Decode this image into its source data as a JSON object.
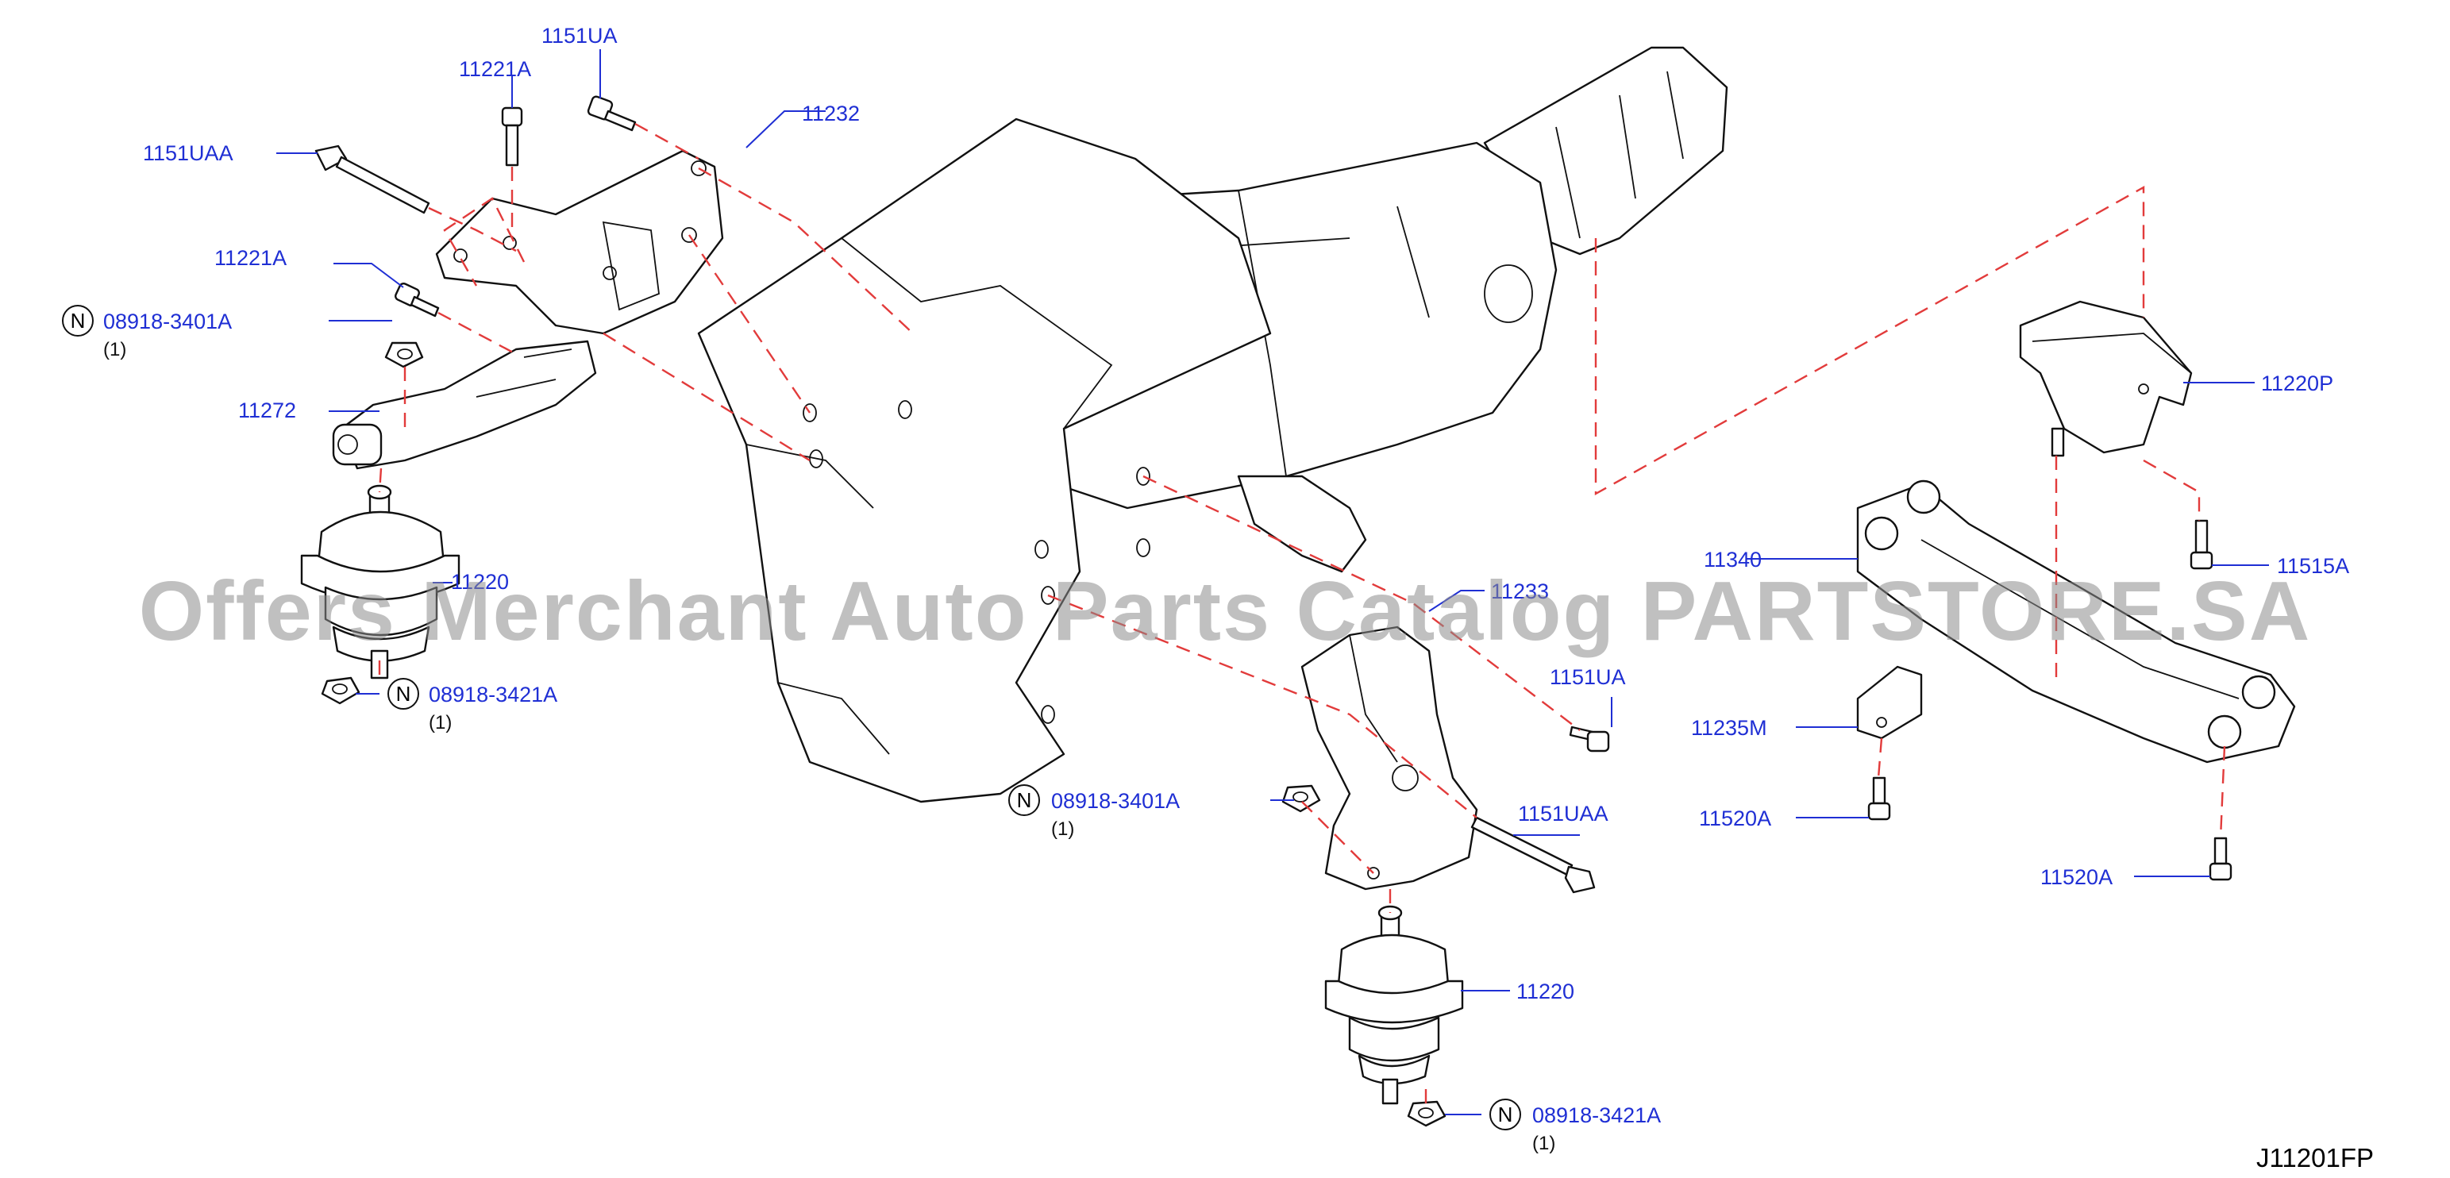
{
  "labels": {
    "l1151ua_top": "1151UA",
    "l11221a_top": "11221A",
    "l1151uaa_left": "1151UAA",
    "l11232": "11232",
    "l11221a_mid": "11221A",
    "l08918_3401a_left": "08918-3401A",
    "l11272": "11272",
    "l11220_left": "11220",
    "l08918_3421a_left": "08918-3421A",
    "l11233": "11233",
    "l1151ua_right": "1151UA",
    "l08918_3401a_center": "08918-3401A",
    "l1151uaa_right": "1151UAA",
    "l11220_center": "11220",
    "l08918_3421a_center": "08918-3421A",
    "l11220p": "11220P",
    "l11515a": "11515A",
    "l11340": "11340",
    "l11235m": "11235M",
    "l11520a_left": "11520A",
    "l11520a_right": "11520A"
  },
  "quantities": {
    "q_3401a_left": "(1)",
    "q_3421a_left": "(1)",
    "q_3401a_center": "(1)",
    "q_3421a_center": "(1)"
  },
  "n_mark": "N",
  "reference_code": "J11201FP",
  "watermark": "Offers Merchant Auto Parts Catalog PARTSTORE.SA",
  "colors": {
    "label_text": "#1f2fd4",
    "leader_line": "#1f2fd4",
    "dashed_line": "#e23b3b",
    "outline": "#111111",
    "watermark": "#8c8c8c"
  }
}
